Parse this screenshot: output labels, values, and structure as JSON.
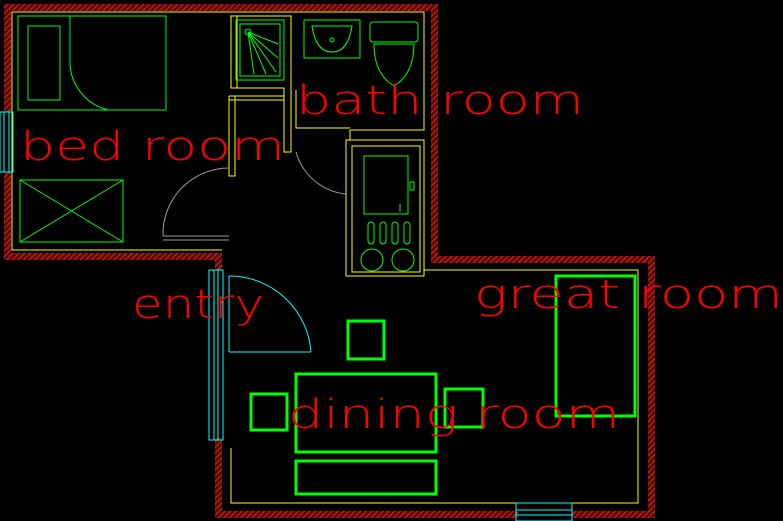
{
  "rooms": {
    "bed_room": "bed room",
    "bath_room": "bath room",
    "entry": "entry",
    "great_room": "great room",
    "dining_room": "dining room"
  },
  "colors": {
    "background": "#000000",
    "wall_hatch": "#d81e1e",
    "room_label": "#ff0000",
    "furniture": "#00ff00",
    "inner_wall": "#ffff00",
    "window_door": "#00ffff",
    "door_arc": "#9a9a9a"
  }
}
